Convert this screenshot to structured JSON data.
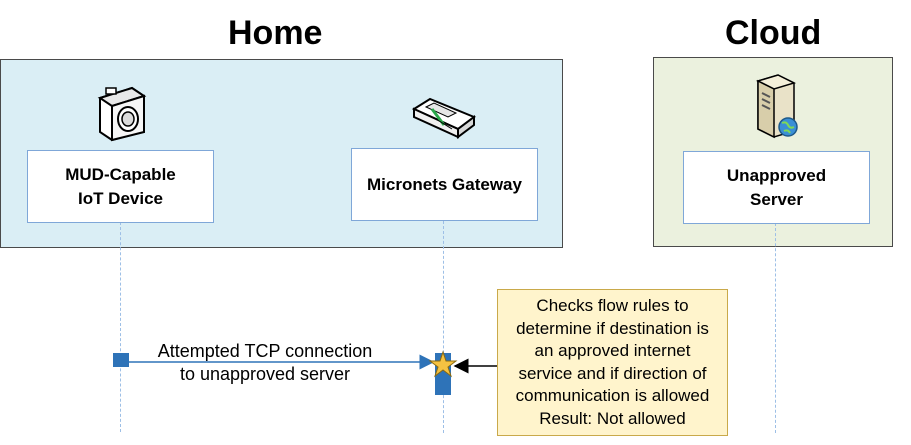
{
  "zones": {
    "home": {
      "title": "Home",
      "fill": "#daeef5"
    },
    "cloud": {
      "title": "Cloud",
      "fill": "#ebf1de"
    }
  },
  "participants": {
    "device": {
      "label": "MUD-Capable\nIoT Device",
      "icon": "camera-icon"
    },
    "gateway": {
      "label": "Micronets Gateway",
      "icon": "router-icon"
    },
    "server": {
      "label": "Unapproved\nServer",
      "icon": "server-icon"
    }
  },
  "message": {
    "label": "Attempted TCP connection\nto unapproved server"
  },
  "note": {
    "text": "Checks flow rules to\ndetermine if destination is\nan approved internet\nservice and if direction of\ncommunication is allowed\nResult: Not allowed"
  },
  "colors": {
    "lifeline": "#9dbfe6",
    "activation": "#2e73b8",
    "box_border": "#7fa7d8",
    "note_fill": "#fff4cc",
    "star": "#f5c242"
  }
}
